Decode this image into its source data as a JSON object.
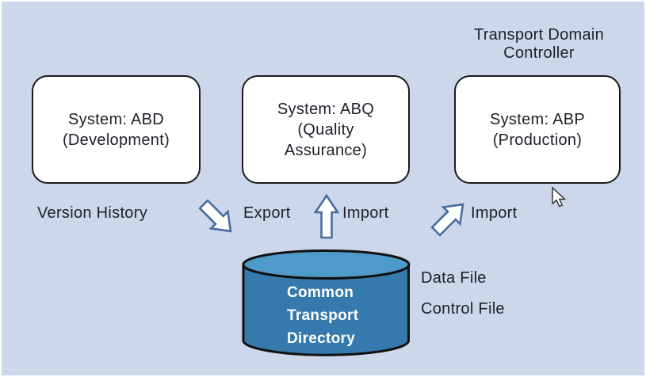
{
  "colors": {
    "background": "#cdd7eb",
    "box_fill": "#ffffff",
    "box_border": "#1a1a1a",
    "arrow_fill": "#ffffff",
    "arrow_stroke": "#486d9e",
    "cylinder_body": "#3579ad",
    "cylinder_top": "#4e9aca",
    "cylinder_outline": "#111111",
    "text": "#1c2128",
    "cylinder_text": "#ffffff"
  },
  "annotations": {
    "transport_domain_controller": {
      "line1": "Transport Domain",
      "line2": "Controller"
    },
    "version_history": "Version History",
    "export_label": "Export",
    "import_label_center": "Import",
    "import_label_right": "Import",
    "data_file": "Data File",
    "control_file": "Control File"
  },
  "systems": [
    {
      "lines": [
        "System: ABD",
        "(Development)"
      ]
    },
    {
      "lines": [
        "System: ABQ",
        "(Quality",
        "Assurance)"
      ]
    },
    {
      "lines": [
        "System: ABP",
        "(Production)"
      ]
    }
  ],
  "cylinder": {
    "lines": [
      "Common",
      "Transport",
      "Directory"
    ]
  },
  "icons": {
    "export_arrow": "arrow-down-right",
    "import_arrow_center": "arrow-up",
    "import_arrow_right": "arrow-up-right",
    "cursor": "mouse-pointer"
  }
}
